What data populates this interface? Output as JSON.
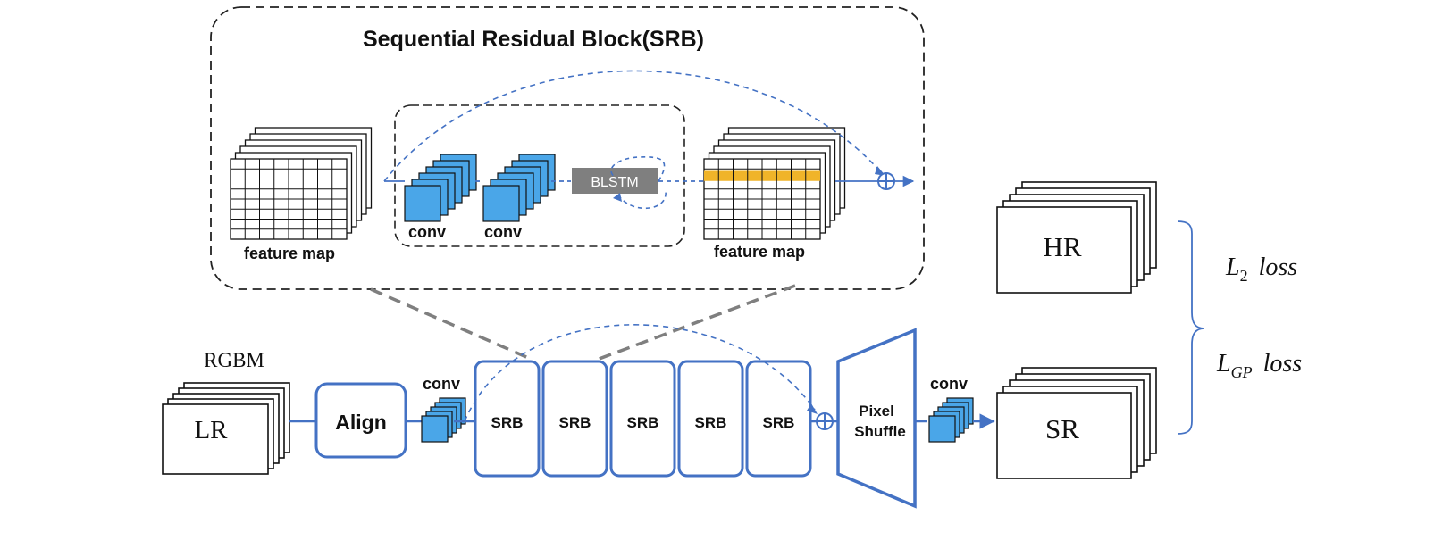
{
  "title": "Sequential Residual Block(SRB)",
  "srb_detail": {
    "input_label": "feature map",
    "conv1_label": "conv",
    "conv2_label": "conv",
    "blstm_label": "BLSTM",
    "output_label": "feature map"
  },
  "pipeline": {
    "input_channels": "RGBM",
    "input_label": "LR",
    "align_label": "Align",
    "conv_in_label": "conv",
    "srb_labels": [
      "SRB",
      "SRB",
      "SRB",
      "SRB",
      "SRB"
    ],
    "pixel_shuffle_line1": "Pixel",
    "pixel_shuffle_line2": "Shuffle",
    "conv_out_label": "conv",
    "output_label": "SR",
    "target_label": "HR"
  },
  "losses": {
    "l2_base": "L",
    "l2_sub": "2",
    "l2_word": "loss",
    "lgp_base": "L",
    "lgp_sub": "GP",
    "lgp_word": "loss"
  },
  "colors": {
    "blue": "#4472c4",
    "cube": "#4aa6e8",
    "blstm": "#7f7f7f",
    "highlight": "#f0b429",
    "dash_gray": "#7f7f7f"
  }
}
